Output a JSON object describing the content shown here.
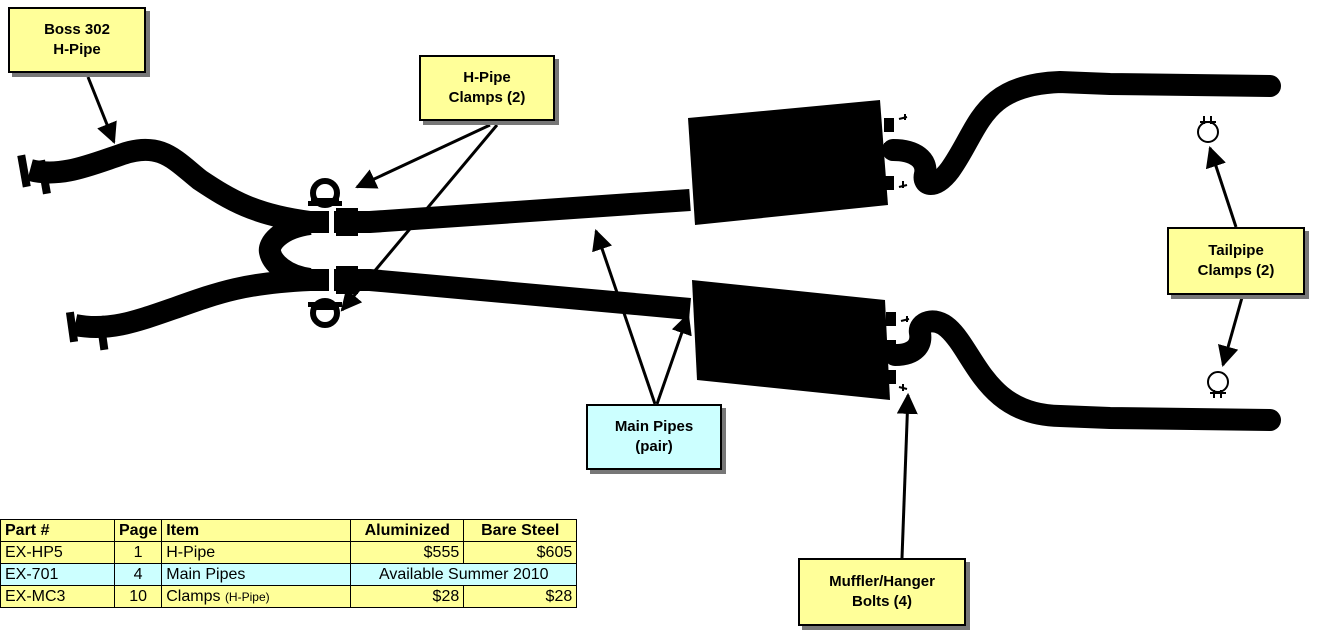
{
  "labels": {
    "h_pipe": [
      "Boss 302",
      "H-Pipe"
    ],
    "h_pipe_clamps": [
      "H-Pipe",
      "Clamps (2)"
    ],
    "main_pipes": [
      "Main Pipes",
      "(pair)"
    ],
    "tailpipe_clamps": [
      "Tailpipe",
      "Clamps (2)"
    ],
    "muffler_bolts": [
      "Muffler/Hanger",
      "Bolts (4)"
    ]
  },
  "table": {
    "headers": [
      "Part #",
      "Page",
      "Item",
      "Aluminized",
      "Bare Steel"
    ],
    "rows": [
      {
        "part": "EX-HP5",
        "page": "1",
        "item": "H-Pipe",
        "item_note": "",
        "aluminized": "$555",
        "bare_steel": "$605",
        "note": ""
      },
      {
        "part": "EX-701",
        "page": "4",
        "item": "Main Pipes",
        "item_note": "",
        "aluminized": "",
        "bare_steel": "",
        "note": "Available Summer 2010"
      },
      {
        "part": "EX-MC3",
        "page": "10",
        "item": "Clamps",
        "item_note": "(H-Pipe)",
        "aluminized": "$28",
        "bare_steel": "$28",
        "note": ""
      }
    ]
  },
  "colors": {
    "yellow": "#ffff99",
    "cyan": "#ccffff",
    "part": "#000000"
  }
}
